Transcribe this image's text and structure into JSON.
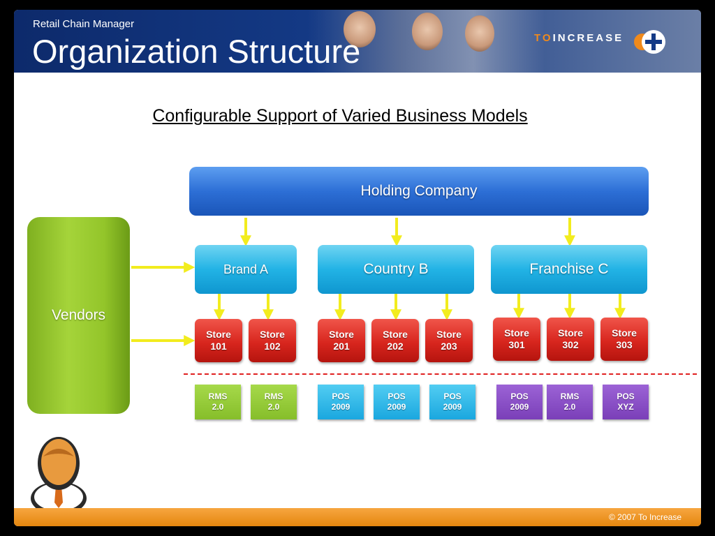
{
  "header": {
    "app_name": "Retail Chain Manager",
    "title": "Organization Structure",
    "logo_prefix": "TO",
    "logo_suffix": "INCREASE"
  },
  "subtitle": "Configurable Support of Varied Business Models",
  "holding": "Holding Company",
  "vendors": "Vendors",
  "divisions": [
    {
      "label": "Brand A"
    },
    {
      "label": "Country B"
    },
    {
      "label": "Franchise C"
    }
  ],
  "stores": [
    {
      "line1": "Store",
      "line2": "101"
    },
    {
      "line1": "Store",
      "line2": "102"
    },
    {
      "line1": "Store",
      "line2": "201"
    },
    {
      "line1": "Store",
      "line2": "202"
    },
    {
      "line1": "Store",
      "line2": "203"
    },
    {
      "line1": "Store",
      "line2": "301"
    },
    {
      "line1": "Store",
      "line2": "302"
    },
    {
      "line1": "Store",
      "line2": "303"
    }
  ],
  "systems": [
    {
      "line1": "RMS",
      "line2": "2.0",
      "color": "#86be2a"
    },
    {
      "line1": "RMS",
      "line2": "2.0",
      "color": "#86be2a"
    },
    {
      "line1": "POS",
      "line2": "2009",
      "color": "#1aa7df"
    },
    {
      "line1": "POS",
      "line2": "2009",
      "color": "#1aa7df"
    },
    {
      "line1": "POS",
      "line2": "2009",
      "color": "#1aa7df"
    },
    {
      "line1": "POS",
      "line2": "2009",
      "color": "#7a3fb8"
    },
    {
      "line1": "RMS",
      "line2": "2.0",
      "color": "#7a3fb8"
    },
    {
      "line1": "POS",
      "line2": "XYZ",
      "color": "#7a3fb8"
    }
  ],
  "footer": {
    "copyright": "© 2007 To Increase"
  },
  "colors": {
    "header_blue": "#143a86",
    "arrow_yellow": "#f2ec1e",
    "footer_orange": "#e4860e",
    "divider_red": "#e02020"
  }
}
